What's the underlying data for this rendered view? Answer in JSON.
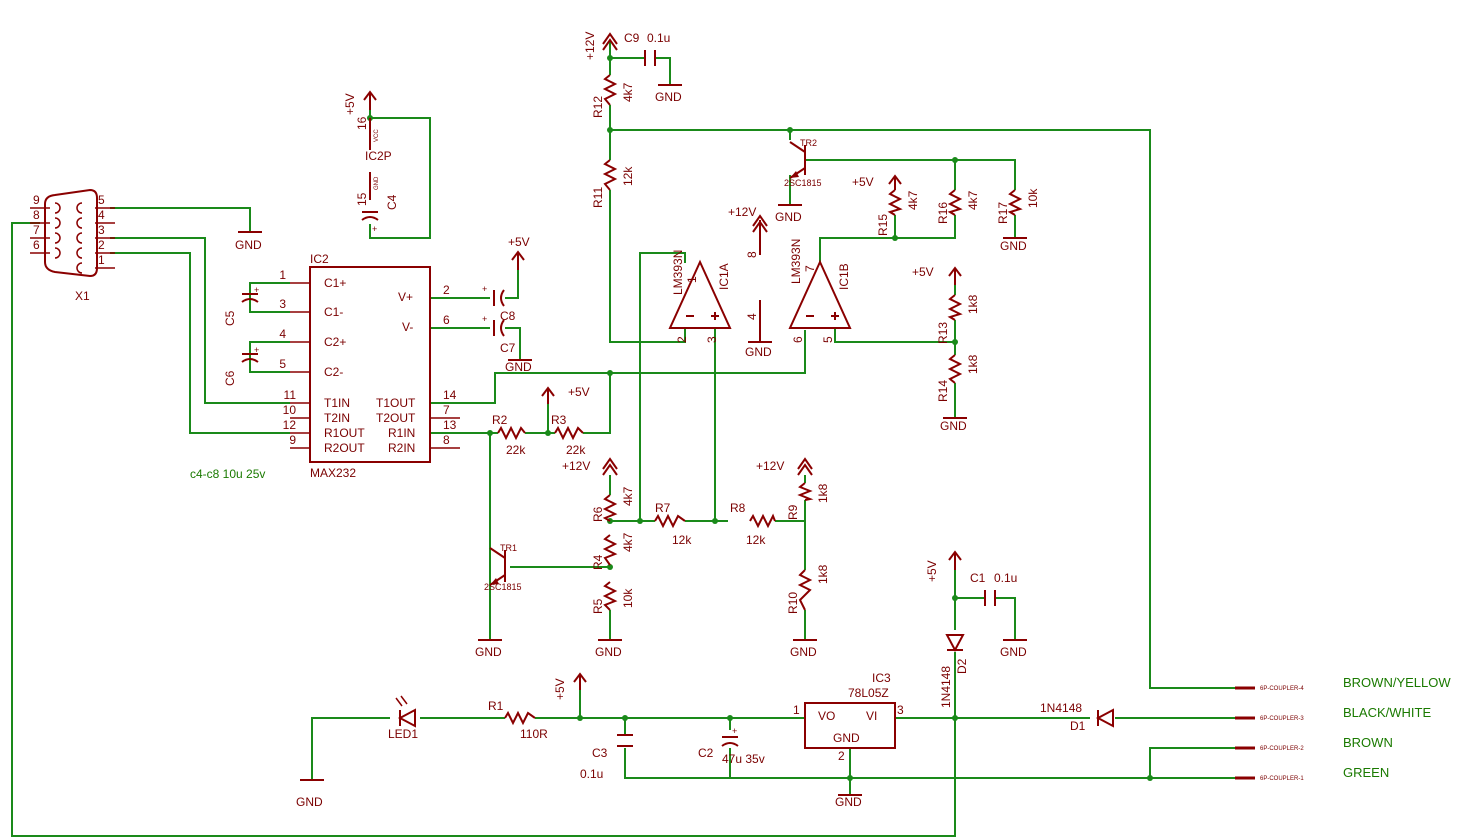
{
  "net_labels": {
    "gnd": "GND",
    "p12": "+12V",
    "p5": "+5V"
  },
  "ic2": {
    "name": "IC2",
    "type": "MAX232",
    "pins_left": [
      {
        "num": "1",
        "label": "C1+"
      },
      {
        "num": "3",
        "label": "C1-"
      },
      {
        "num": "4",
        "label": "C2+"
      },
      {
        "num": "5",
        "label": "C2-"
      },
      {
        "num": "11",
        "label": "T1IN"
      },
      {
        "num": "10",
        "label": "T2IN"
      },
      {
        "num": "12",
        "label": "R1OUT"
      },
      {
        "num": "9",
        "label": "R2OUT"
      }
    ],
    "pins_right": [
      {
        "num": "2",
        "label": "V+"
      },
      {
        "num": "6",
        "label": "V-"
      },
      {
        "num": "14",
        "label": "T1OUT"
      },
      {
        "num": "7",
        "label": "T2OUT"
      },
      {
        "num": "13",
        "label": "R1IN"
      },
      {
        "num": "8",
        "label": "R2IN"
      }
    ]
  },
  "ic2p": {
    "name": "IC2P",
    "pin_top": "16",
    "pin_bot": "15",
    "vcc": "VCC",
    "gnd": "GND"
  },
  "connector": {
    "name": "X1",
    "pins_left": [
      "9",
      "8",
      "7",
      "6"
    ],
    "pins_right": [
      "5",
      "4",
      "3",
      "2",
      "1"
    ]
  },
  "capacitors": {
    "c1": {
      "name": "C1",
      "value": "0.1u"
    },
    "c2": {
      "name": "C2",
      "value": "47u 35v"
    },
    "c3": {
      "name": "C3",
      "value": "0.1u"
    },
    "c4": {
      "name": "C4"
    },
    "c5": {
      "name": "C5"
    },
    "c6": {
      "name": "C6"
    },
    "c7": {
      "name": "C7"
    },
    "c8": {
      "name": "C8"
    },
    "c9": {
      "name": "C9",
      "value": "0.1u"
    }
  },
  "note": "c4-c8 10u 25v",
  "resistors": {
    "r1": {
      "name": "R1",
      "value": "110R"
    },
    "r2": {
      "name": "R2",
      "value": "22k"
    },
    "r3": {
      "name": "R3",
      "value": "22k"
    },
    "r4": {
      "name": "R4",
      "value": "4k7"
    },
    "r5": {
      "name": "R5",
      "value": "10k"
    },
    "r6": {
      "name": "R6",
      "value": "4k7"
    },
    "r7": {
      "name": "R7",
      "value": "12k"
    },
    "r8": {
      "name": "R8",
      "value": "12k"
    },
    "r9": {
      "name": "R9",
      "value": "1k8"
    },
    "r10": {
      "name": "R10",
      "value": "1k8"
    },
    "r11": {
      "name": "R11",
      "value": "12k"
    },
    "r12": {
      "name": "R12",
      "value": "4k7"
    },
    "r13": {
      "name": "R13",
      "value": "1k8"
    },
    "r14": {
      "name": "R14",
      "value": "1k8"
    },
    "r15": {
      "name": "R15",
      "value": "4k7"
    },
    "r16": {
      "name": "R16",
      "value": "4k7"
    },
    "r17": {
      "name": "R17",
      "value": "10k"
    }
  },
  "transistors": {
    "tr1": {
      "name": "TR1",
      "type": "2SC1815"
    },
    "tr2": {
      "name": "TR2",
      "type": "2SC1815"
    }
  },
  "opamps": {
    "ic1a": {
      "name": "IC1A",
      "type": "LM393N",
      "pin_out": "1",
      "pin_minus": "2",
      "pin_plus": "3"
    },
    "ic1b": {
      "name": "IC1B",
      "type": "LM393N",
      "pin_out": "7",
      "pin_minus": "6",
      "pin_plus": "5"
    },
    "ic1p_pins": {
      "top": "8",
      "bottom": "4"
    }
  },
  "regulator": {
    "name": "IC3",
    "type": "78L05Z",
    "vo": "VO",
    "vi": "VI",
    "gnd": "GND",
    "pin_vo": "1",
    "pin_vi": "3",
    "pin_gnd": "2"
  },
  "diodes": {
    "d1": {
      "name": "D1",
      "type": "1N4148"
    },
    "d2": {
      "name": "D2",
      "type": "1N4148"
    },
    "led1": {
      "name": "LED1"
    }
  },
  "couplers": [
    {
      "pin": "6P-COUPLER-4",
      "color": "BROWN/YELLOW"
    },
    {
      "pin": "6P-COUPLER-3",
      "color": "BLACK/WHITE"
    },
    {
      "pin": "6P-COUPLER-2",
      "color": "BROWN"
    },
    {
      "pin": "6P-COUPLER-1",
      "color": "GREEN"
    }
  ]
}
